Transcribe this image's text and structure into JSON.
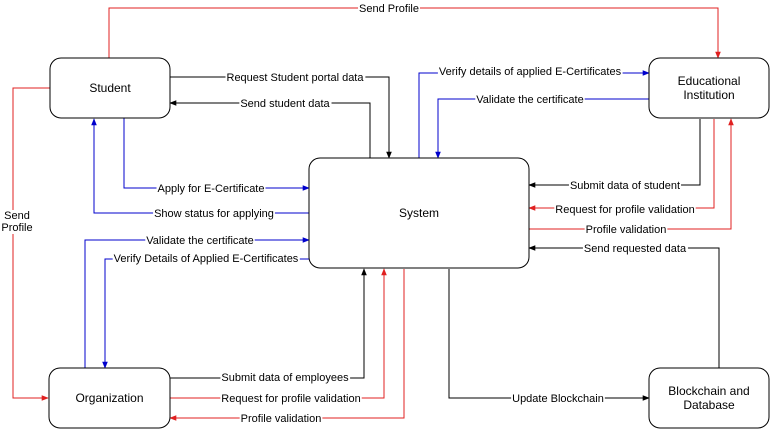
{
  "nodes": {
    "student": [
      "Student"
    ],
    "system": [
      "System"
    ],
    "edu": [
      "Educational",
      "Institution"
    ],
    "org": [
      "Organization"
    ],
    "chain": [
      "Blockchain and",
      "Database"
    ]
  },
  "edges": [
    {
      "id": "send-profile-top",
      "color": "#e02020",
      "label": [
        "Send Profile"
      ]
    },
    {
      "id": "send-profile-left",
      "color": "#e02020",
      "label": [
        "Send",
        "Profile"
      ]
    },
    {
      "id": "request-student-portal-data",
      "color": "#000000",
      "label": [
        "Request Student portal data"
      ]
    },
    {
      "id": "send-student-data",
      "color": "#000000",
      "label": [
        "Send student data"
      ]
    },
    {
      "id": "apply-for-ecertificate",
      "color": "#0000cc",
      "label": [
        "Apply for E-Certificate"
      ]
    },
    {
      "id": "show-status-for-applying",
      "color": "#0000cc",
      "label": [
        "Show status for applying"
      ]
    },
    {
      "id": "verify-details-applied-top",
      "color": "#0000cc",
      "label": [
        "Verify details of applied E-Certificates"
      ]
    },
    {
      "id": "validate-certificate-edu",
      "color": "#0000cc",
      "label": [
        "Validate the certificate"
      ]
    },
    {
      "id": "submit-data-of-student",
      "color": "#000000",
      "label": [
        "Submit data of student"
      ]
    },
    {
      "id": "request-profile-validation-edu",
      "color": "#e02020",
      "label": [
        "Request for profile validation"
      ]
    },
    {
      "id": "profile-validation-edu",
      "color": "#e02020",
      "label": [
        "Profile validation"
      ]
    },
    {
      "id": "send-requested-data",
      "color": "#000000",
      "label": [
        "Send requested data"
      ]
    },
    {
      "id": "validate-certificate-org",
      "color": "#0000cc",
      "label": [
        "Validate the certificate"
      ]
    },
    {
      "id": "verify-details-applied-org",
      "color": "#0000cc",
      "label": [
        "Verify Details of Applied E-Certificates"
      ]
    },
    {
      "id": "submit-data-of-employees",
      "color": "#000000",
      "label": [
        "Submit data of employees"
      ]
    },
    {
      "id": "request-profile-validation-org",
      "color": "#e02020",
      "label": [
        "Request for profile validation"
      ]
    },
    {
      "id": "profile-validation-org",
      "color": "#e02020",
      "label": [
        "Profile validation"
      ]
    },
    {
      "id": "update-blockchain",
      "color": "#000000",
      "label": [
        "Update Blockchain"
      ]
    }
  ]
}
